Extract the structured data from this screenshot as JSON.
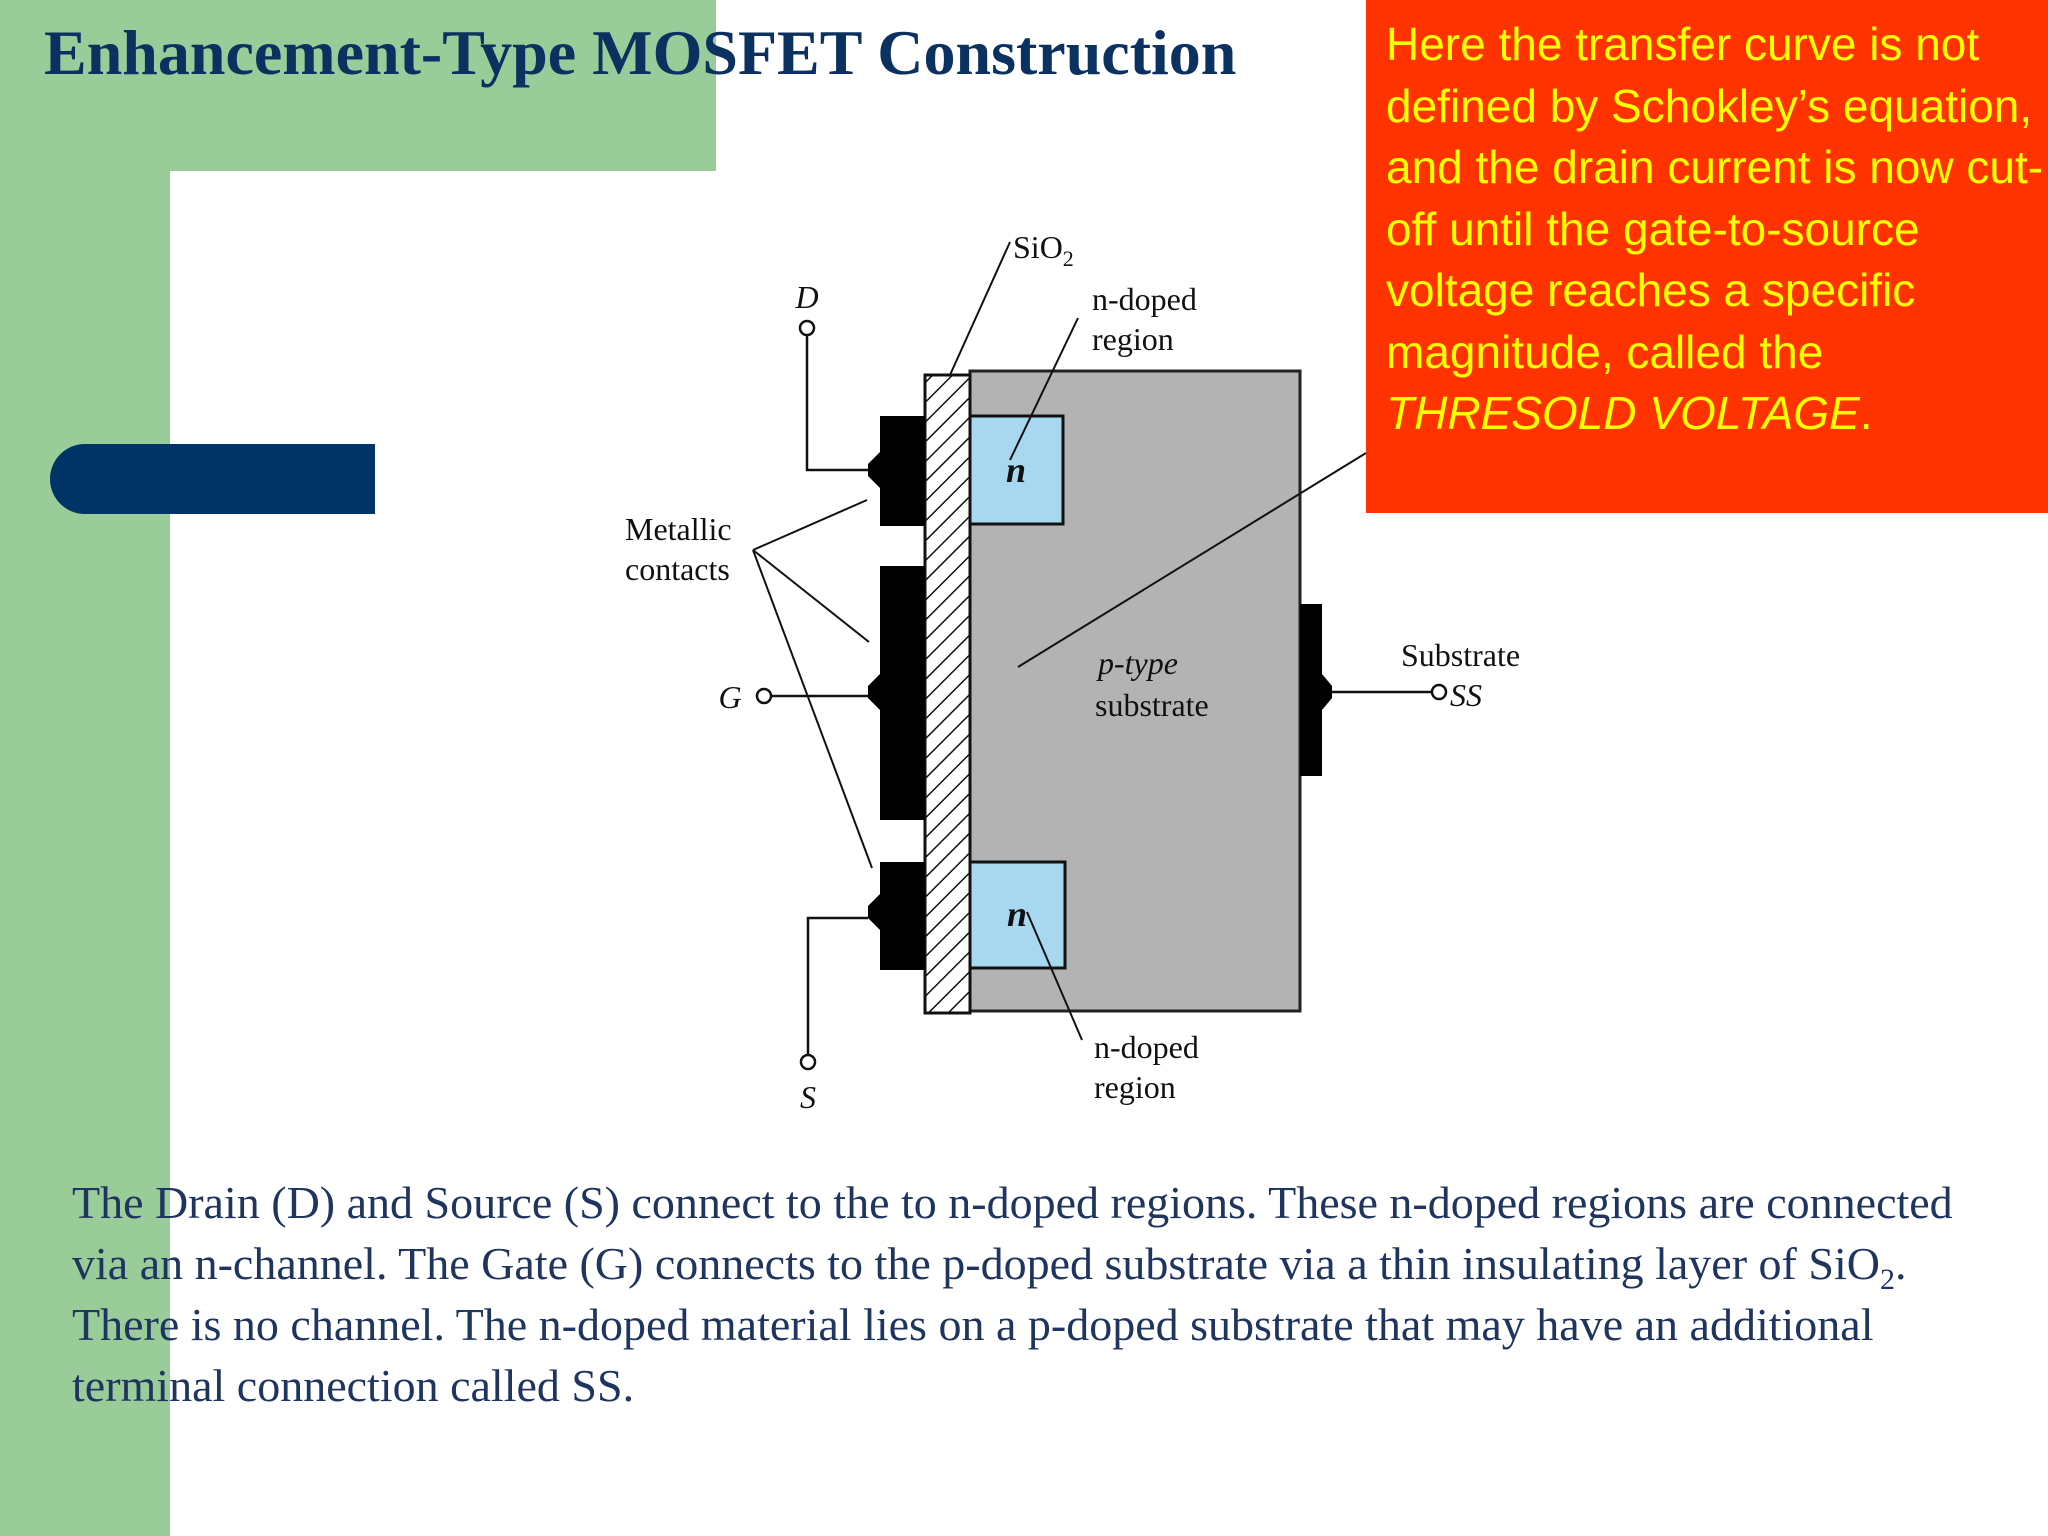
{
  "slide": {
    "title": "Enhancement-Type MOSFET Construction",
    "callout": {
      "text": "Here the transfer curve is not defined by Schokley’s equation, and the drain current is now cut-off until the gate-to-source voltage reaches a specific magnitude, called the",
      "emphasis": "THRESOLD VOLTAGE",
      "end": "."
    },
    "body": {
      "part1": "The Drain (D) and Source (S) connect to the to n-doped regions. These n-doped regions are connected via an n-channel. The Gate (G) connects to the p-doped substrate via a thin insulating layer of SiO",
      "sub": "2",
      "part2": ". There is no channel. The n-doped material lies on a p-doped substrate that may have an additional terminal connection called SS."
    }
  },
  "diagram": {
    "sio2_main": "SiO",
    "sio2_sub": "2",
    "ndoped_top_1": "n-doped",
    "ndoped_top_2": "region",
    "ndoped_bottom_1": "n-doped",
    "ndoped_bottom_2": "region",
    "drain_label": "D",
    "gate_label": "G",
    "source_label": "S",
    "n_top": "n",
    "n_bottom": "n",
    "metallic_1": "Metallic",
    "metallic_2": "contacts",
    "ptype_1": "p-type",
    "ptype_2": "substrate",
    "substrate_label": "Substrate",
    "ss_label": "SS"
  },
  "colors": {
    "green": "#99cc99",
    "navy": "#003366",
    "callout_bg": "#ff3300",
    "callout_text": "#ffff00",
    "substrate_gray": "#b3b3b3",
    "n_region_blue": "#a8d8f0",
    "title_color": "#0b3160"
  }
}
